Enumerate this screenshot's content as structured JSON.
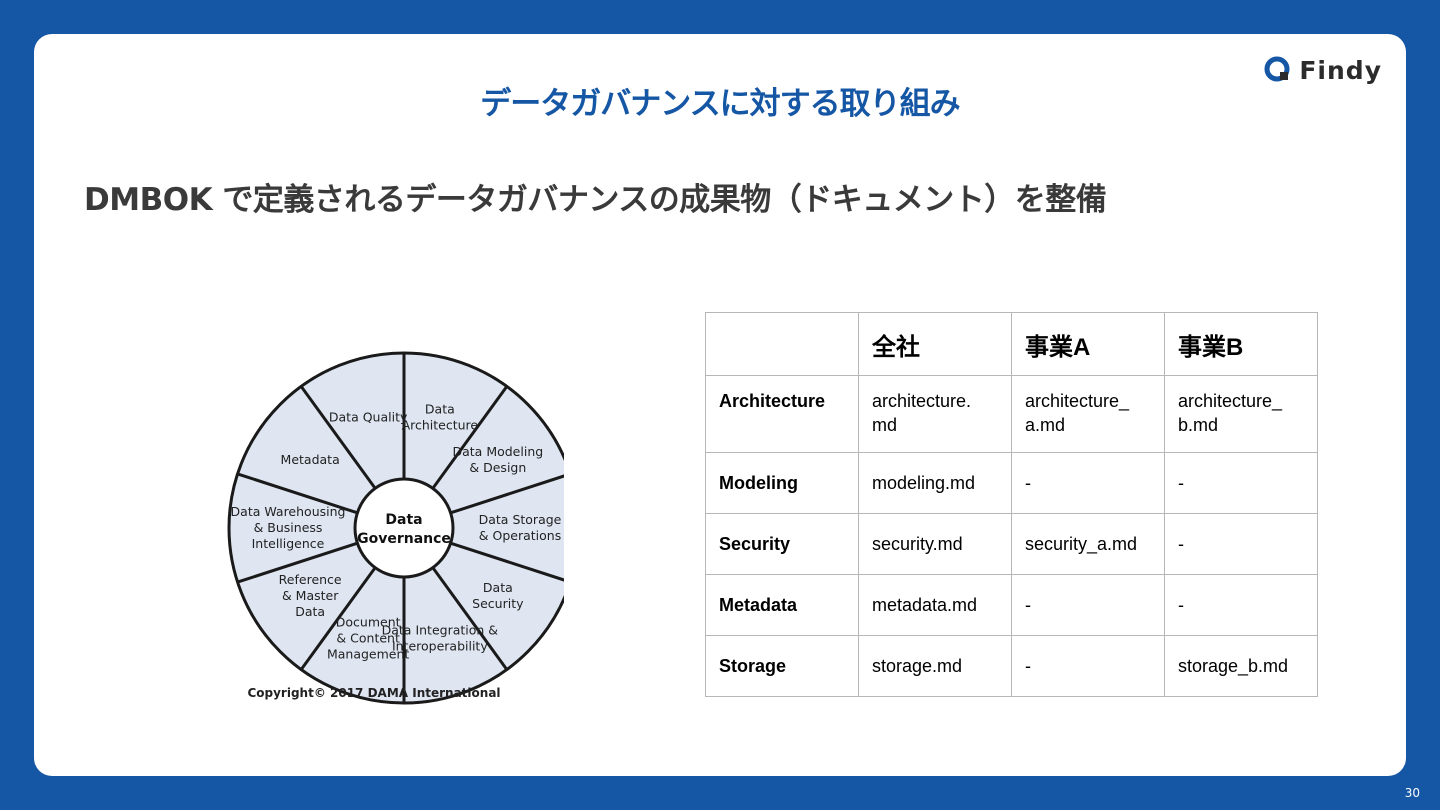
{
  "slide": {
    "title": "データガバナンスに対する取り組み",
    "subtitle": "DMBOK で定義されるデータガバナンスの成果物（ドキュメント）を整備",
    "page_number": "30",
    "brand": {
      "name": "Findy",
      "color": "#1557a5"
    }
  },
  "wheel": {
    "center": [
      "Data",
      "Governance"
    ],
    "segments": [
      {
        "lines": [
          "Data",
          "Architecture"
        ]
      },
      {
        "lines": [
          "Data Modeling",
          "& Design"
        ]
      },
      {
        "lines": [
          "Data Storage",
          "& Operations"
        ]
      },
      {
        "lines": [
          "Data",
          "Security"
        ]
      },
      {
        "lines": [
          "Data Integration &",
          "Interoperability"
        ]
      },
      {
        "lines": [
          "Document",
          "& Content",
          "Management"
        ]
      },
      {
        "lines": [
          "Reference",
          "& Master",
          "Data"
        ]
      },
      {
        "lines": [
          "Data Warehousing",
          "& Business",
          "Intelligence"
        ]
      },
      {
        "lines": [
          "Metadata"
        ]
      },
      {
        "lines": [
          "Data Quality"
        ]
      }
    ],
    "copyright": "Copyright© 2017 DAMA International"
  },
  "table": {
    "headers": [
      "",
      "全社",
      "事業A",
      "事業B"
    ],
    "rows": [
      {
        "label": "Architecture",
        "cells": [
          "architecture.\nmd",
          "architecture_\na.md",
          "architecture_\nb.md"
        ]
      },
      {
        "label": "Modeling",
        "cells": [
          "modeling.md",
          "-",
          "-"
        ]
      },
      {
        "label": "Security",
        "cells": [
          "security.md",
          "security_a.md",
          "-"
        ]
      },
      {
        "label": "Metadata",
        "cells": [
          "metadata.md",
          "-",
          "-"
        ]
      },
      {
        "label": "Storage",
        "cells": [
          "storage.md",
          "-",
          "storage_b.md"
        ]
      }
    ]
  }
}
